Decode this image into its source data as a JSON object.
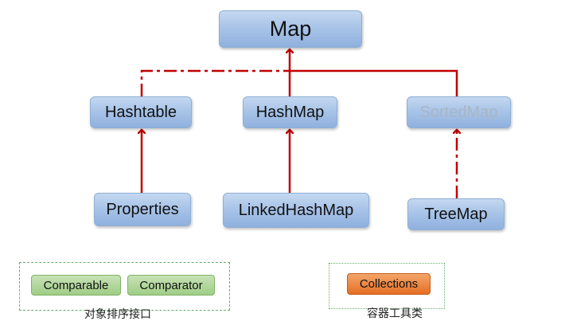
{
  "nodes": {
    "map": "Map",
    "hashtable": "Hashtable",
    "hashmap": "HashMap",
    "sortedmap": "SortedMap",
    "properties": "Properties",
    "linkedhashmap": "LinkedHashMap",
    "treemap": "TreeMap"
  },
  "sorting_group": {
    "items": [
      "Comparable",
      "Comparator"
    ],
    "caption": "对象排序接口"
  },
  "utility_group": {
    "items": [
      "Collections"
    ],
    "caption": "容器工具类"
  },
  "colors": {
    "connector": "#c00000",
    "node_fill": "#a9c4e8",
    "group_border": "#63b06a",
    "collections_fill": "#e56f24"
  }
}
